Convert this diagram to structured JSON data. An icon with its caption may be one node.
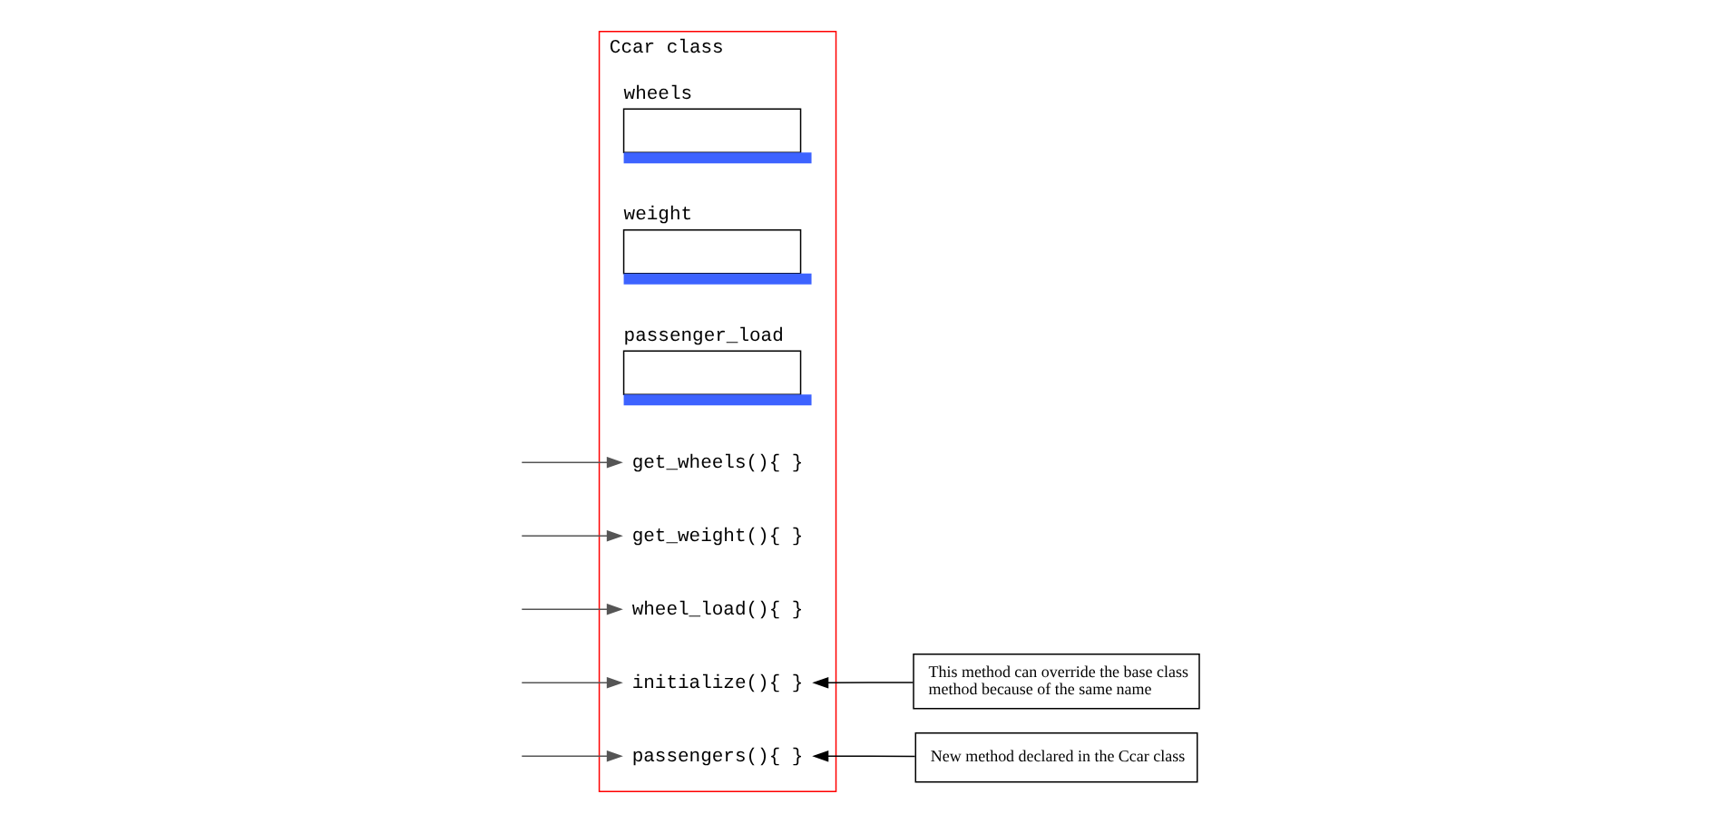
{
  "diagram": {
    "nodes": [
      {
        "text": [
          "Ccar class"
        ]
      },
      {
        "text": [
          "wheels"
        ],
        "in": 0
      },
      {
        "text": [
          "weight"
        ],
        "in": 0
      },
      {
        "text": [
          "passenger_load"
        ],
        "in": 0
      },
      {
        "text": [
          "get_wheels(){ }"
        ],
        "in": 0
      },
      {
        "text": [
          "get_weight(){ }"
        ],
        "in": 0
      },
      {
        "text": [
          "wheel_load(){ }"
        ],
        "in": 0
      },
      {
        "text": [
          "initialize(){ }"
        ],
        "in": 0
      },
      {
        "text": [
          "passengers(){ }"
        ],
        "in": 0
      },
      {
        "text": [
          "This method can override the base class method because of the same name"
        ]
      },
      {
        "text": [
          "New method declared in the Ccar class"
        ]
      }
    ],
    "edges": [
      {
        "from": null,
        "to": 4,
        "arrow": "to"
      },
      {
        "from": null,
        "to": 5,
        "arrow": "to"
      },
      {
        "from": null,
        "to": 6,
        "arrow": "to"
      },
      {
        "from": null,
        "to": 7,
        "arrow": "to"
      },
      {
        "from": null,
        "to": 8,
        "arrow": "to"
      },
      {
        "from": 9,
        "to": 7,
        "arrow": "to"
      },
      {
        "from": 10,
        "to": 8,
        "arrow": "to"
      }
    ]
  }
}
